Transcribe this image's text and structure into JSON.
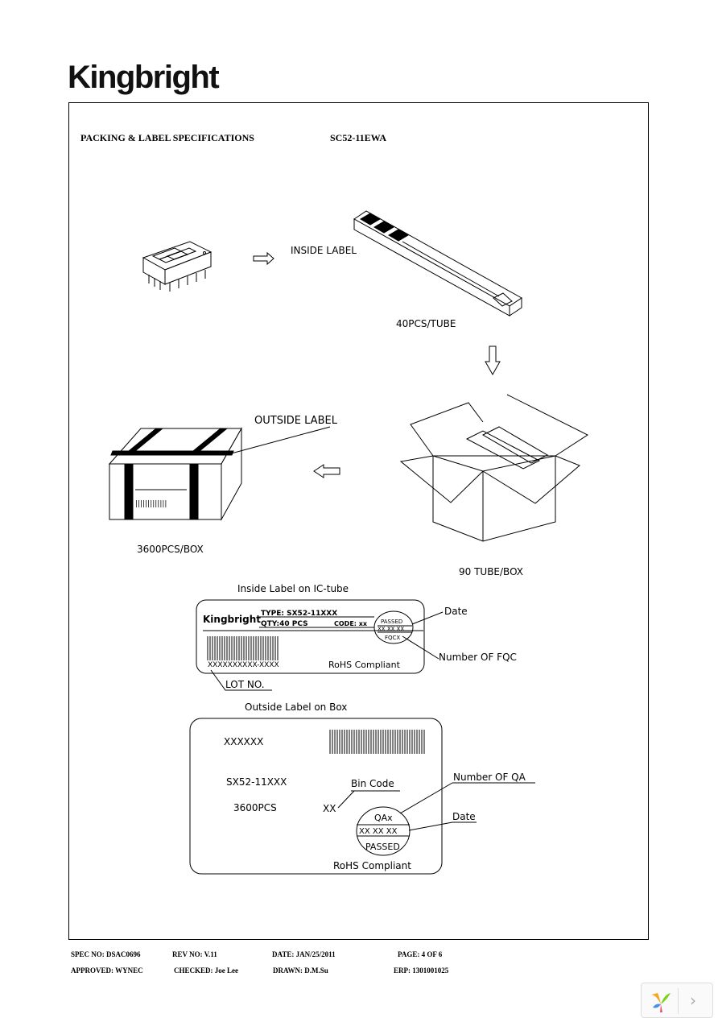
{
  "brand": {
    "logo_text": "Kingbright"
  },
  "header": {
    "title": "PACKING & LABEL SPECIFICATIONS",
    "part_no": "SC52-11EWA"
  },
  "diagram": {
    "inside_label": "INSIDE  LABEL",
    "tube_qty": "40PCS/TUBE",
    "outside_label": "OUTSIDE  LABEL",
    "box_qty": "3600PCS/BOX",
    "tube_per_box": "90  TUBE/BOX",
    "tube_label_marks": "|||||||||||||"
  },
  "inside_label": {
    "heading": "Inside  Label  on  IC-tube",
    "brand": "Kingbright",
    "type": "TYPE:  SX52-11XXX",
    "qty": "QTY:40  PCS",
    "code": "CODE:  xx",
    "stamp_top": "PASSED",
    "stamp_mid": "XX  XX  XX",
    "stamp_bottom": "FQCX",
    "lot_value": "XXXXXXXXXX-XXXX",
    "rohs": "RoHS  Compliant",
    "callout_date": "Date",
    "callout_fqc": "Number  OF  FQC",
    "callout_lot": "LOT  NO."
  },
  "outside_label": {
    "heading": "Outside  Label  on  Box",
    "code": "XXXXXX",
    "part": "SX52-11XXX",
    "qty": "3600PCS",
    "bin_value": "XX",
    "bin_label": "Bin  Code",
    "stamp_top": "QAx",
    "stamp_mid": "XX  XX  XX",
    "stamp_bottom": "PASSED",
    "rohs": "RoHS  Compliant",
    "callout_qa": "Number  OF  QA",
    "callout_date": "Date"
  },
  "footer": {
    "spec_no": "SPEC NO: DSAC0696",
    "rev_no": "REV NO: V.11",
    "date": "DATE: JAN/25/2011",
    "page": "PAGE:  4  OF  6",
    "approved": "APPROVED: WYNEC",
    "checked": "CHECKED: Joe Lee",
    "drawn": "DRAWN: D.M.Su",
    "erp": "ERP: 1301001025"
  },
  "viewer": {
    "next_glyph": "›"
  }
}
